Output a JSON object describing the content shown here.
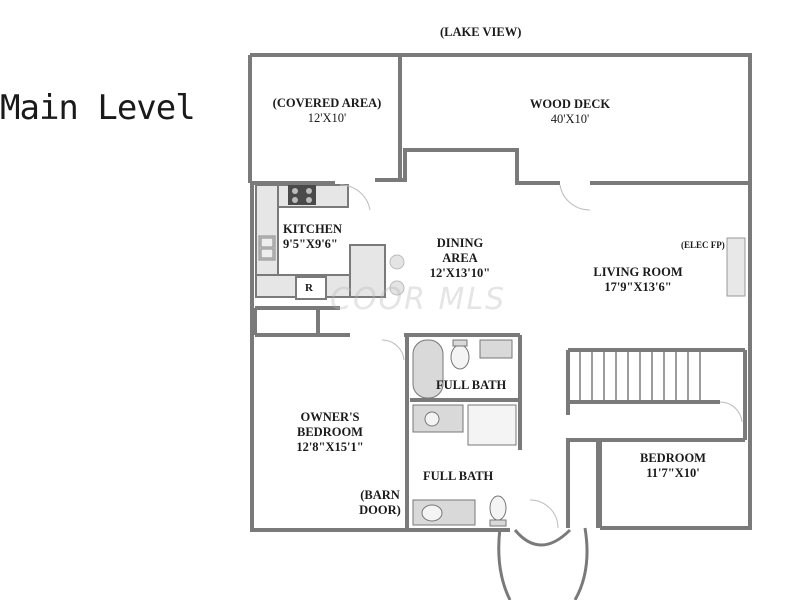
{
  "title": "Main Level",
  "top_label": "(LAKE VIEW)",
  "watermark": "COOR MLS",
  "rooms": {
    "covered": {
      "name": "(COVERED AREA)",
      "dims": "12'X10'"
    },
    "deck": {
      "name": "WOOD DECK",
      "dims": "40'X10'"
    },
    "kitchen": {
      "name": "KITCHEN",
      "dims": "9'5\"X9'6\""
    },
    "dining": {
      "name1": "DINING",
      "name2": "AREA",
      "dims": "12'X13'10\""
    },
    "living": {
      "name": "LIVING ROOM",
      "dims": "17'9\"X13'6\""
    },
    "elec_fp": "(ELEC FP)",
    "bath1": {
      "name": "FULL BATH"
    },
    "bath2": {
      "name": "FULL BATH"
    },
    "owners": {
      "name1": "OWNER'S",
      "name2": "BEDROOM",
      "dims": "12'8\"X15'1\""
    },
    "barn": {
      "name1": "(BARN",
      "name2": "DOOR)"
    },
    "bedroom": {
      "name": "BEDROOM",
      "dims": "11'7\"X10'"
    },
    "fridge": "R"
  },
  "colors": {
    "wall": "#7a7a7a",
    "fixture": "#d9d9d9"
  }
}
